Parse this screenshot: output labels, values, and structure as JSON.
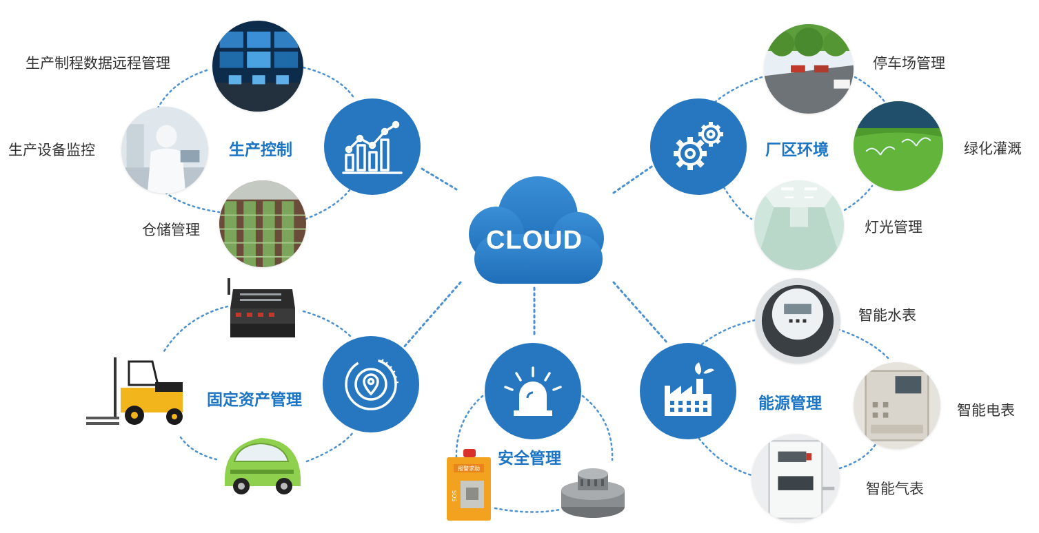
{
  "center": {
    "label": "CLOUD"
  },
  "colors": {
    "hub": "#2677c0",
    "hub_label": "#1b74c4",
    "link": "#4a90d2",
    "text": "#333333"
  },
  "groups": {
    "production": {
      "label": "生产控制",
      "icon": "rising-bar-chart-icon",
      "items": [
        "生产制程数据远程管理",
        "生产设备监控",
        "仓储管理"
      ]
    },
    "environment": {
      "label": "厂区环境",
      "icon": "gears-icon",
      "items": [
        "停车场管理",
        "绿化灌溉",
        "灯光管理"
      ]
    },
    "assets": {
      "label": "固定资产管理",
      "icon": "location-pin-icon",
      "items": []
    },
    "safety": {
      "label": "安全管理",
      "icon": "alarm-siren-icon",
      "items": []
    },
    "energy": {
      "label": "能源管理",
      "icon": "factory-icon",
      "items": [
        "智能水表",
        "智能电表",
        "智能气表"
      ]
    }
  },
  "sos_box": {
    "top_text": "报警求助",
    "side_text": "SOS"
  }
}
